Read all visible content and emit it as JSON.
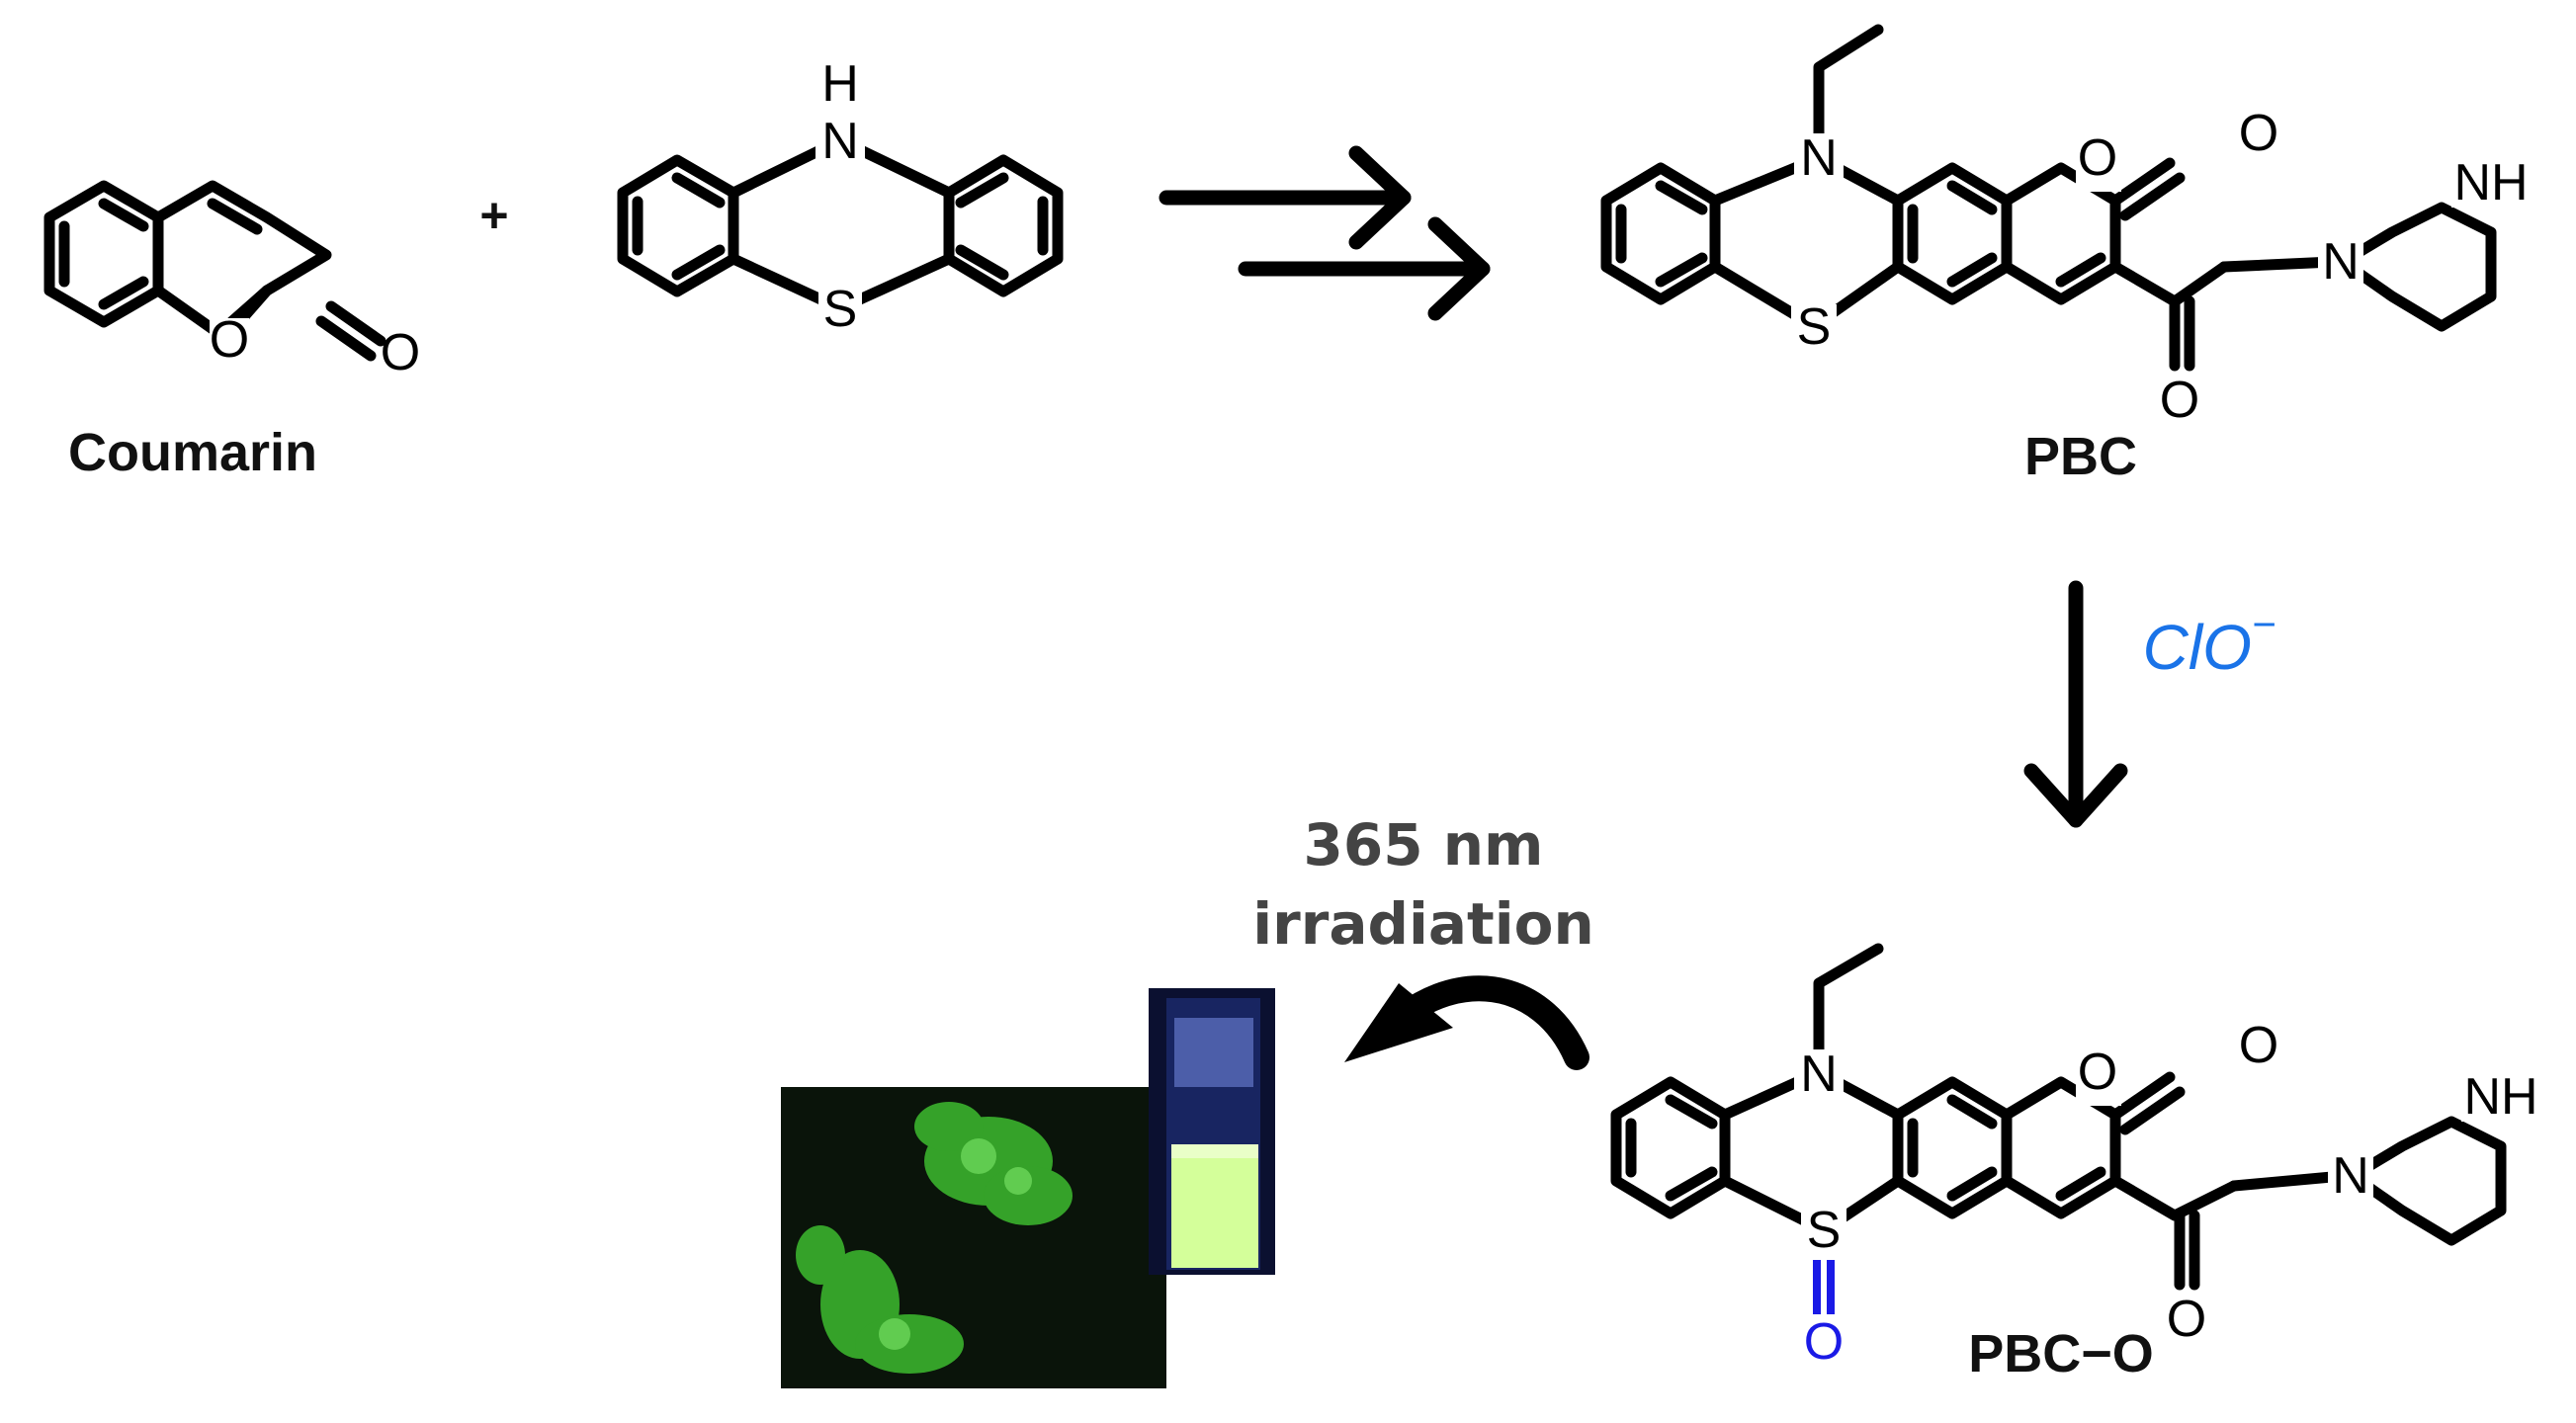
{
  "compounds": {
    "coumarin": {
      "name": "Coumarin",
      "atom_o1": "O",
      "atom_o2": "O"
    },
    "phenothiazine": {
      "atom_n": "H\nN",
      "atom_nh": "H",
      "atom_n_only": "N",
      "atom_s": "S"
    },
    "pbc": {
      "name": "PBC",
      "atom_n": "N",
      "atom_s": "S",
      "atom_o_ring": "O",
      "atom_o_carbonyl": "O",
      "atom_o_amide": "O",
      "atom_n_pip": "N",
      "atom_nh_pip": "NH"
    },
    "pbco": {
      "name": "PBC−O",
      "atom_n": "N",
      "atom_s": "S",
      "atom_o_sulfoxide": "O",
      "atom_o_ring": "O",
      "atom_o_carbonyl": "O",
      "atom_o_amide": "O",
      "atom_n_pip": "N",
      "atom_nh_pip": "NH"
    }
  },
  "plus_sign": "+",
  "reagent": {
    "text": "ClO",
    "superscript": "−",
    "color": "#1a73e8"
  },
  "condition": {
    "line1": "365 nm",
    "line2": "irradiation"
  },
  "colors": {
    "sulfoxide_o": "#1a1ae6",
    "fluorescence": "#3dbb2f",
    "vial_glow": "#d4ff9a",
    "uv_bg": "#0b1030"
  }
}
